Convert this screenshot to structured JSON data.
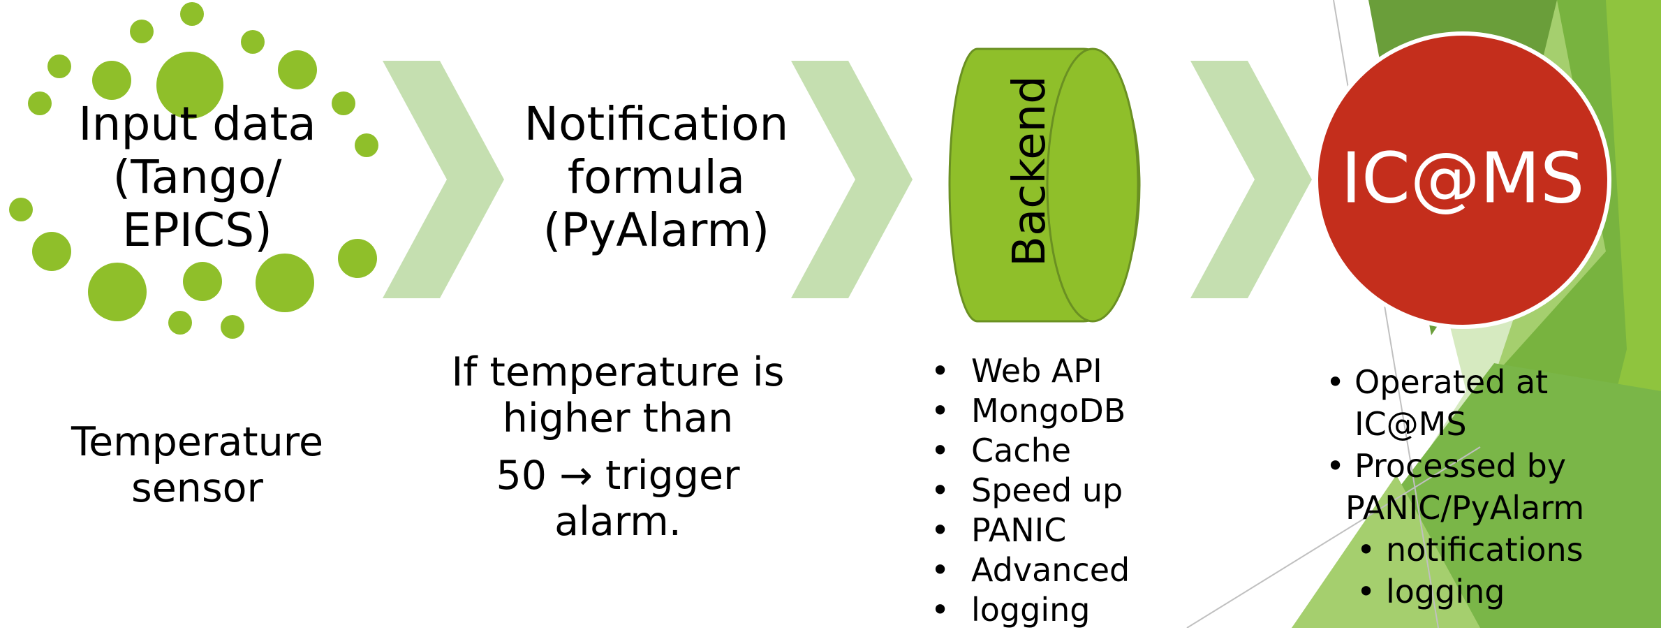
{
  "colors": {
    "green_dark": "#8fbf2a",
    "green_light": "#c5dfb0",
    "red": "#c42e1c",
    "deco_green_1": "#6a9e3a",
    "deco_green_2": "#78b33f",
    "deco_green_3": "#a5cf6e",
    "deco_green_4": "#d6eac0"
  },
  "stages": {
    "input": {
      "title_lines": [
        "Input data",
        "(Tango/",
        "EPICS)"
      ],
      "caption_lines": [
        "Temperature",
        "sensor"
      ]
    },
    "formula": {
      "title_lines": [
        "Notification",
        "formula",
        "(PyAlarm)"
      ],
      "caption_lines": [
        "If temperature is",
        "higher than",
        "50  → trigger",
        "alarm."
      ]
    },
    "backend": {
      "title": "Backend",
      "bullets": [
        "Web API",
        "MongoDB",
        "Cache",
        "Speed up",
        "PANIC",
        "Advanced",
        "logging"
      ]
    },
    "icams": {
      "title": "IC@MS",
      "bullets": [
        "Operated at IC@MS",
        "Processed by",
        "PANIC/PyAlarm",
        "notifications",
        "logging"
      ]
    }
  }
}
